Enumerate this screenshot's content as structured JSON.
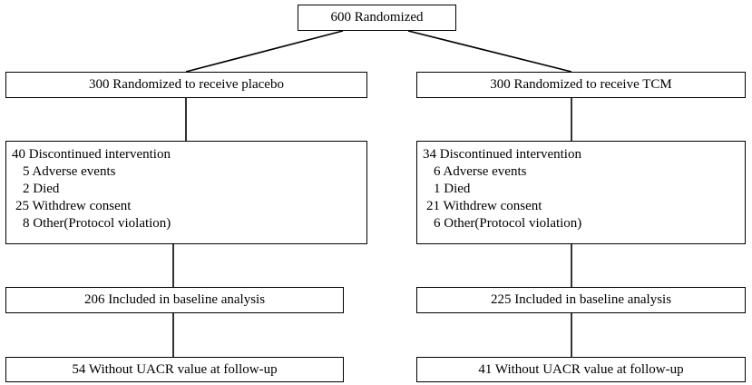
{
  "top": {
    "label": "600 Randomized"
  },
  "left": {
    "arm": "300 Randomized to receive placebo",
    "discontinued": {
      "title": "40 Discontinued intervention",
      "items": [
        "5 Adverse events",
        "2 Died",
        "25 Withdrew consent",
        "8 Other(Protocol violation)"
      ]
    },
    "baseline": "206 Included in baseline analysis",
    "followup": "54 Without UACR value at follow-up"
  },
  "right": {
    "arm": "300 Randomized to receive TCM",
    "discontinued": {
      "title": "34 Discontinued intervention",
      "items": [
        "6 Adverse events",
        "1 Died",
        "21 Withdrew consent",
        "6 Other(Protocol violation)"
      ]
    },
    "baseline": "225 Included in baseline analysis",
    "followup": "41 Without UACR value at follow-up"
  }
}
